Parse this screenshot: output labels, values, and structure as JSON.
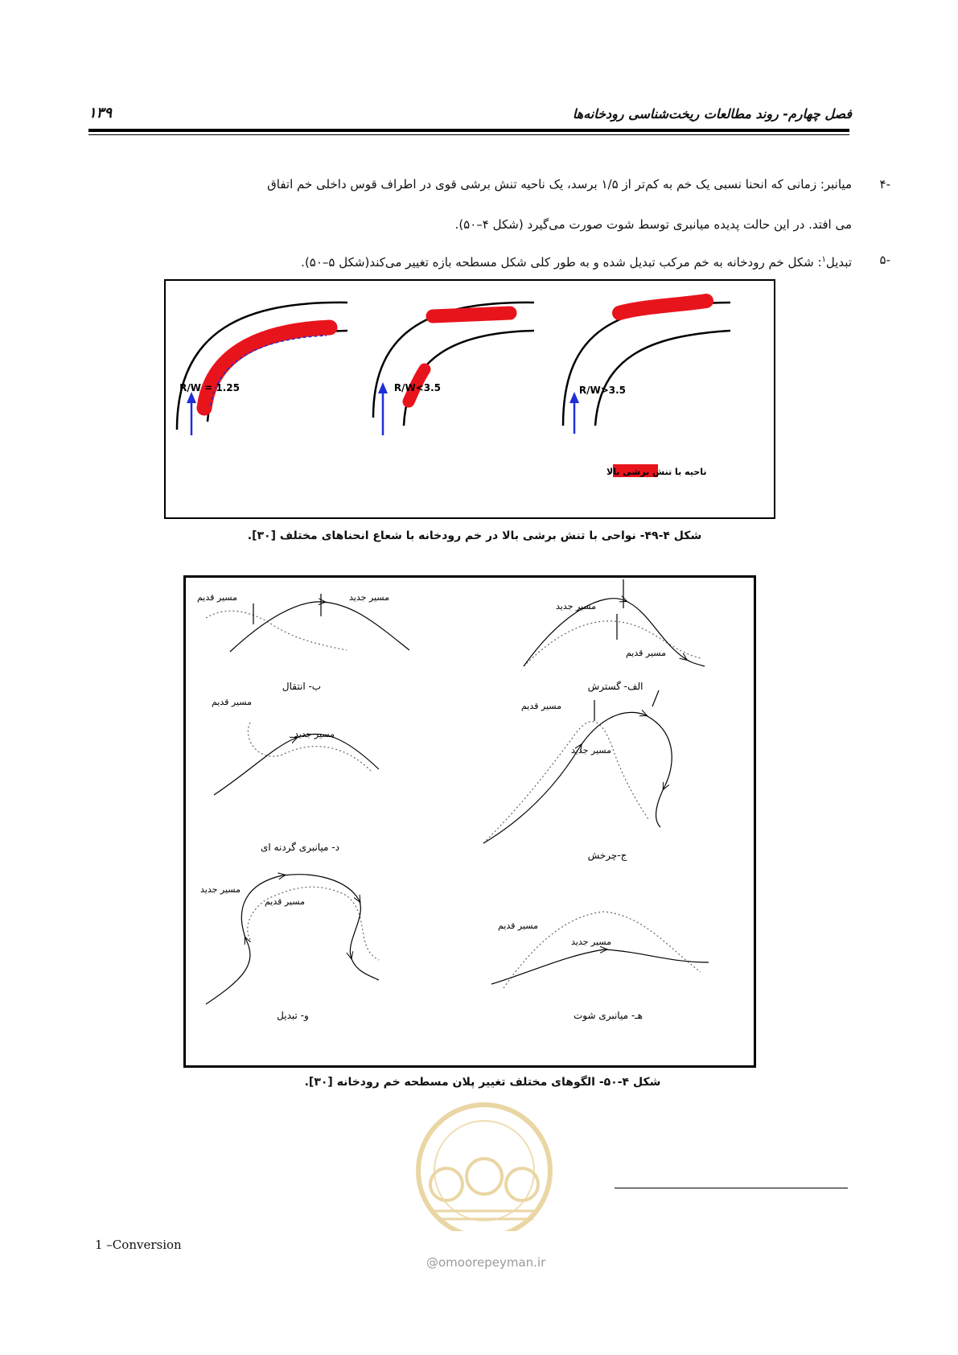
{
  "header": {
    "chapter_title": "فصل چهارم- روند مطالعات ریخت‌شناسی رودخانه‌ها",
    "page_number": "۱۳۹"
  },
  "body": {
    "item4": {
      "number": "-۴",
      "text_line1": "میانبر: زمانی که انحنا نسبی یک خم به کم‌تر از ۱/۵ برسد، یک ناحیه تنش برشی قوی در اطراف قوس داخلی خم اتفاق",
      "text_line2": "می افتد. در این حالت پدیده میانبری توسط شوت صورت می‌گیرد (شکل ۴–۵۰)."
    },
    "item5": {
      "number": "-۵",
      "text_before": "تبدیل",
      "footnote_mark": "۱",
      "text_after": ": شکل خم رودخانه به خم مرکب تبدیل شده و به طور کلی شکل مسطحه بازه تغییر می‌کند(شکل ۵–۵۰)."
    }
  },
  "figure_49": {
    "labels": [
      "R/W = 1.25",
      "R/W<3.5",
      "R/W>3.5"
    ],
    "legend": "ناحیه با تنش برشی بالا",
    "caption": "شکل ۴-۴۹- نواحی با تنش برشی بالا در خم رودخانه با شعاع انحناهای مختلف [۳۰].",
    "colors": {
      "high_stress": "#e8141c",
      "flow_arrow": "#1f2fd6"
    }
  },
  "figure_50": {
    "old_course": "مسیر قدیم",
    "new_course": "مسیر جدید",
    "panels": {
      "extension": "الف- گسترش",
      "translation": "ب- انتقال",
      "rotation": "ج-چرخش",
      "neck_cutoff": "د- میانبری گردنه ای",
      "chute_cutoff": "هـ- میانبری شوت",
      "conversion": "و- تبدیل"
    },
    "caption": "شکل ۴-۵۰- الگوهای مختلف تغییر پلان مسطحه خم رودخانه [۳۰]."
  },
  "footnote": {
    "text": "1 –Conversion"
  },
  "watermark": {
    "site": "@omoorepeyman.ir"
  }
}
